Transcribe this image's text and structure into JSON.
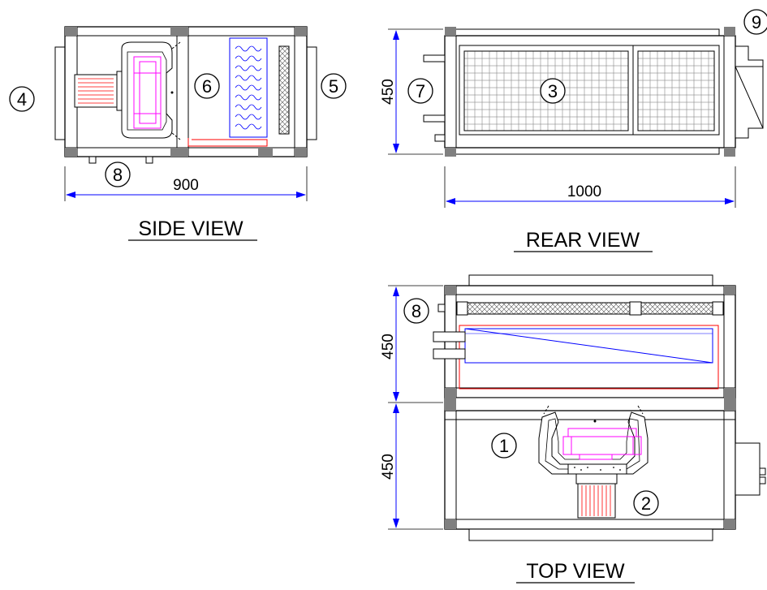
{
  "views": {
    "side": {
      "title": "SIDE VIEW",
      "width_dim": "900"
    },
    "rear": {
      "title": "REAR VIEW",
      "width_dim": "1000",
      "height_dim": "450"
    },
    "top": {
      "title": "TOP VIEW",
      "height_dim_upper": "450",
      "height_dim_lower": "450"
    }
  },
  "callouts": {
    "c1": "1",
    "c2": "2",
    "c3": "3",
    "c4": "4",
    "c5": "5",
    "c6": "6",
    "c7": "7",
    "c8_side": "8",
    "c8_top": "8",
    "c9": "9"
  },
  "colors": {
    "outline": "#000000",
    "dimension": "#0000ff",
    "fan": "#ff00ff",
    "coil": "#0000ff",
    "heater": "#ff0000",
    "frame_corner": "#808080"
  }
}
